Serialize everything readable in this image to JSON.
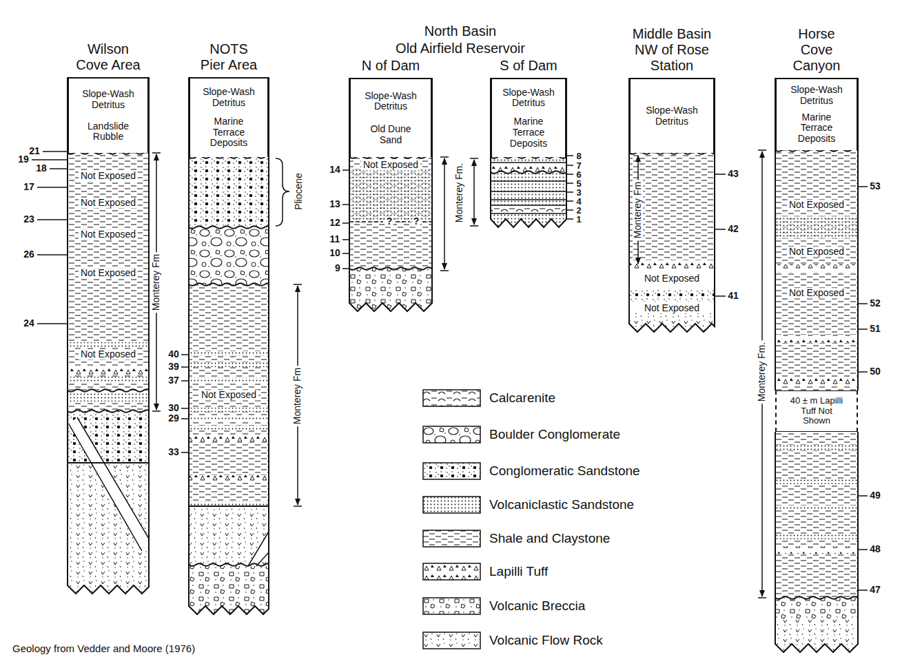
{
  "diagram": {
    "nodes": [
      {
        "text": [
          "Wilson Cove Area"
        ]
      },
      {
        "text": [
          "Slope-Wash Detritus",
          "Landslide Rubble"
        ],
        "in": 0
      },
      {
        "text": [
          "NOTS Pier Area"
        ]
      },
      {
        "text": [
          "Slope-Wash Detritus",
          "Marine Terrace Deposits"
        ],
        "in": 2
      },
      {
        "text": [
          "N of Dam"
        ]
      },
      {
        "text": [
          "Slope-Wash Detritus",
          "Old Dune Sand"
        ],
        "in": 4
      },
      {
        "text": [
          "S of Dam"
        ]
      },
      {
        "text": [
          "Slope-Wash Detritus",
          "Marine Terrace Deposits"
        ],
        "in": 6
      },
      {
        "text": [
          "Middle Basin NW of Rose Station"
        ]
      },
      {
        "text": [
          "Slope-Wash Detritus"
        ],
        "in": 8
      },
      {
        "text": [
          "Horse Cove Canyon"
        ]
      },
      {
        "text": [
          "Slope-Wash Detritus",
          "Marine Terrace Deposits"
        ],
        "in": 10
      },
      {
        "text": [
          "40 ± m Lapilli Tuff Not Shown"
        ],
        "in": 10
      }
    ],
    "labels": [
      "North Basin",
      "Old Airfield Reservoir",
      "21",
      "19",
      "18",
      "17",
      "Not Exposed",
      "Not Exposed",
      "23",
      "Not Exposed",
      "26",
      "Not Exposed",
      "24",
      "Not Exposed",
      "Monterey Fm",
      "Pliocene",
      "40",
      "39",
      "37",
      "Not Exposed",
      "30",
      "29",
      "33",
      "Monterey Fm",
      "14",
      "Not Exposed",
      "13",
      "12",
      "?",
      "?",
      "11",
      "10",
      "9",
      "Monterey Fm.",
      "8",
      "7",
      "6",
      "5",
      "3",
      "4",
      "2",
      "1",
      "Monterey Fm",
      "43",
      "42",
      "Not Exposed",
      "41",
      "Not Exposed",
      "53",
      "Not Exposed",
      "Not Exposed",
      "Not Exposed",
      "52",
      "51",
      "50",
      "49",
      "48",
      "47",
      "Monterey Fm.",
      "Geology from Vedder and Moore (1976)"
    ],
    "legend": [
      {
        "text": "Calcarenite"
      },
      {
        "text": "Boulder Conglomerate"
      },
      {
        "text": "Conglomeratic Sandstone"
      },
      {
        "text": "Volcaniclastic Sandstone"
      },
      {
        "text": "Shale and Claystone"
      },
      {
        "text": "Lapilli Tuff"
      },
      {
        "text": "Volcanic Breccia"
      },
      {
        "text": "Volcanic Flow Rock"
      }
    ]
  }
}
